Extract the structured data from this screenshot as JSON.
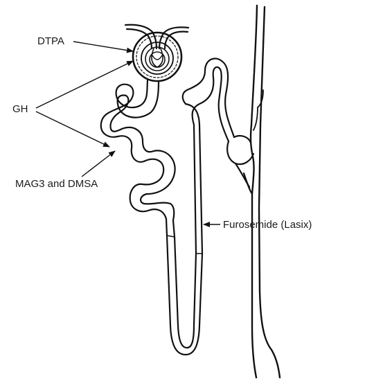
{
  "labels": {
    "dtpa": "DTPA",
    "gh": "GH",
    "mag3_dmsa": "MAG3 and DMSA",
    "furosemide": "Furosemide (Lasix)"
  },
  "colors": {
    "ink": "#111111",
    "background": "#ffffff"
  }
}
